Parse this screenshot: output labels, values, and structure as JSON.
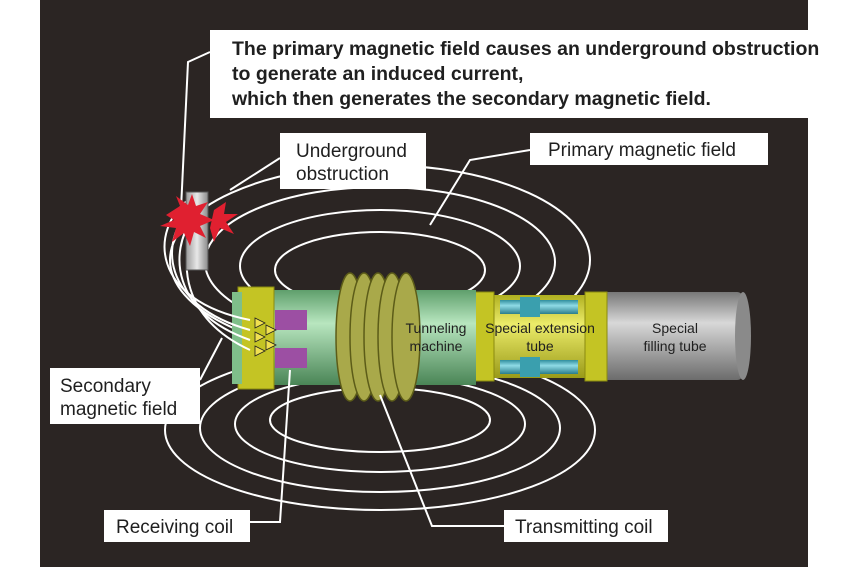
{
  "header": {
    "lines": [
      "The primary magnetic field causes an underground obstruction",
      "to generate an induced current,",
      "which then generates the secondary magnetic field."
    ]
  },
  "callouts": {
    "underground_obstruction": [
      "Underground",
      "obstruction"
    ],
    "primary_field": "Primary magnetic field",
    "secondary_field": [
      "Secondary",
      "magnetic field"
    ],
    "receiving_coil": "Receiving coil",
    "transmitting_coil": "Transmitting coil"
  },
  "machine_labels": {
    "tunneling_machine": [
      "Tunneling",
      "machine"
    ],
    "extension_tube": [
      "Special extension",
      "tube"
    ],
    "filling_tube": [
      "Special",
      "filling tube"
    ]
  },
  "colors": {
    "background": "#2b2523",
    "field_lines": "#ffffff",
    "machine_body": "#7fbf8a",
    "coil": "#a9a94a",
    "extension_tube": "#cfcf2a",
    "filling_tube": "#9a9a9a",
    "receiver": "#9c4fa3",
    "piston": "#4fb3c4",
    "spark": "#e02030"
  }
}
